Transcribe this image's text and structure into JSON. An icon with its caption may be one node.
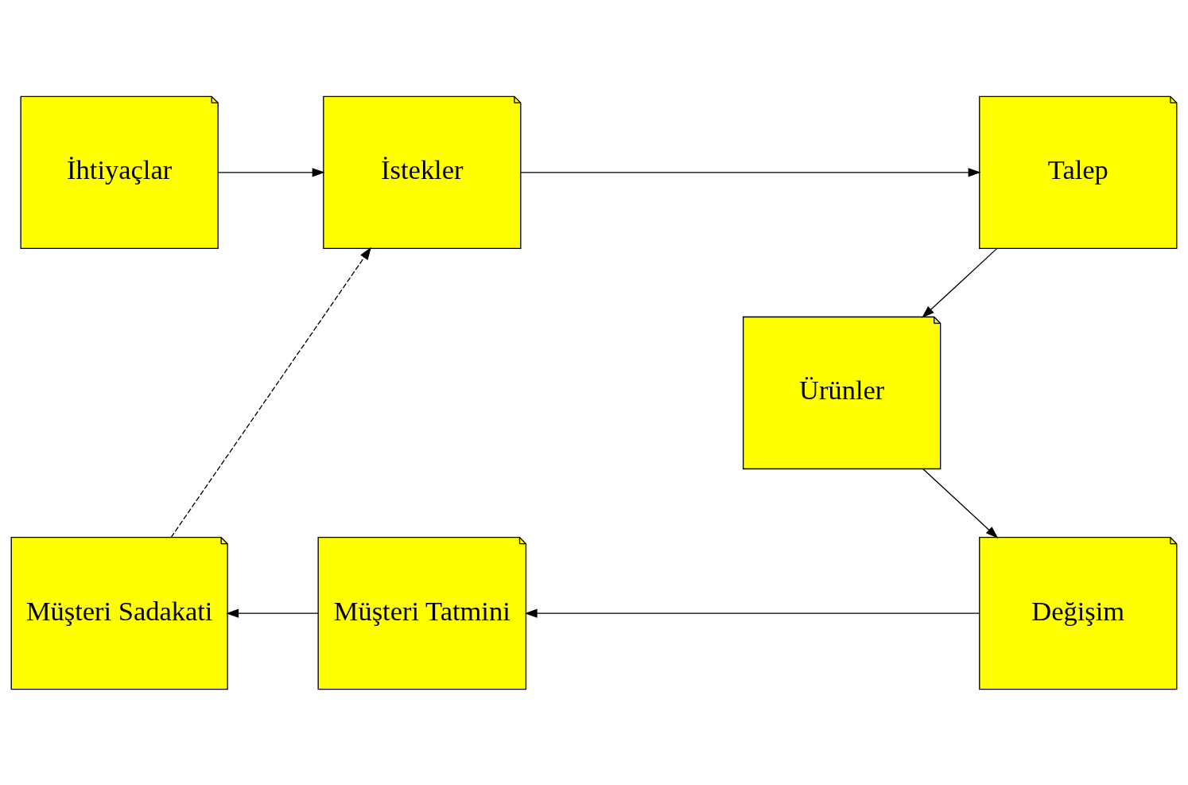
{
  "diagram": {
    "nodes": [
      {
        "text": [
          "İhtiyaçlar"
        ]
      },
      {
        "text": [
          "İstekler"
        ]
      },
      {
        "text": [
          "Talep"
        ]
      },
      {
        "text": [
          "Ürünler"
        ]
      },
      {
        "text": [
          "Değişim"
        ]
      },
      {
        "text": [
          "Müşteri Tatmini"
        ]
      },
      {
        "text": [
          "Müşteri Sadakati"
        ]
      }
    ],
    "edges": [
      {
        "from": 0,
        "to": 1,
        "arrow": "to"
      },
      {
        "from": 1,
        "to": 2,
        "arrow": "to"
      },
      {
        "from": 2,
        "to": 3,
        "arrow": "to"
      },
      {
        "from": 3,
        "to": 4,
        "arrow": "to"
      },
      {
        "from": 4,
        "to": 5,
        "arrow": "to"
      },
      {
        "from": 5,
        "to": 6,
        "arrow": "to"
      },
      {
        "from": 6,
        "to": 1,
        "arrow": "to",
        "style": "dashed"
      }
    ]
  }
}
